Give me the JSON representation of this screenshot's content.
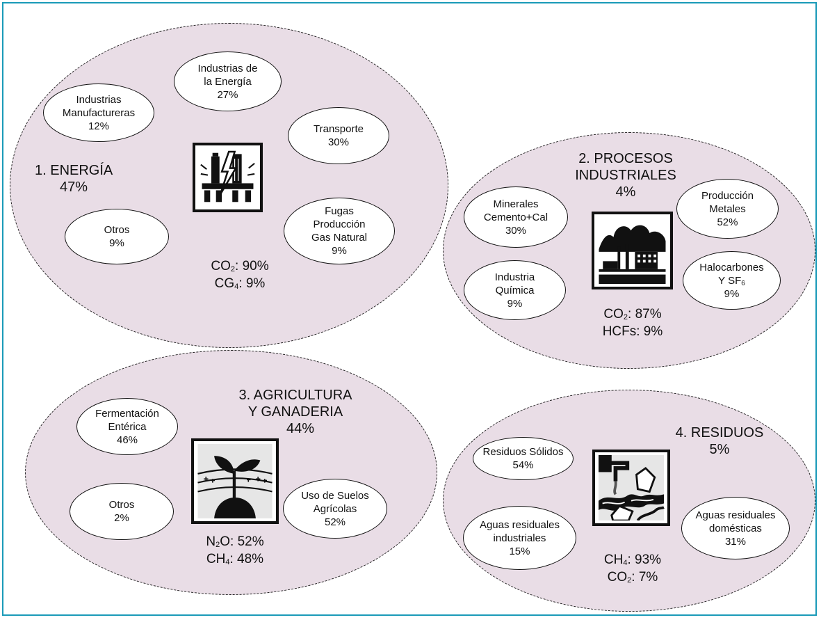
{
  "colors": {
    "frame": "#1a9ab8",
    "region_fill": "#e9dde6",
    "bubble_fill": "#ffffff",
    "stroke": "#111111"
  },
  "energia": {
    "title": "1. ENERGÍA",
    "percent": "47%",
    "icon": "oil-refinery-lightning-icon",
    "gas": {
      "g1": "CO",
      "g1_sub": "2",
      "g1_val": ": 90%",
      "g2": "CG",
      "g2_sub": "4",
      "g2_val": ": 9%"
    },
    "bubbles": {
      "manufactureras": {
        "l1": "Industrias",
        "l2": "Manufactureras",
        "pct": "12%"
      },
      "energia_ind": {
        "l1": "Industrias de",
        "l2": "la Energía",
        "pct": "27%"
      },
      "transporte": {
        "l1": "Transporte",
        "pct": "30%"
      },
      "fugas": {
        "l1": "Fugas",
        "l2": "Producción",
        "l3": "Gas Natural",
        "pct": "9%"
      },
      "otros": {
        "l1": "Otros",
        "pct": "9%"
      }
    }
  },
  "procesos": {
    "title_l1": "2. PROCESOS",
    "title_l2": "INDUSTRIALES",
    "percent": "4%",
    "icon": "factory-smoke-icon",
    "gas": {
      "g1": "CO",
      "g1_sub": "2",
      "g1_val": ": 87%",
      "g2": "HCFs: 9%"
    },
    "bubbles": {
      "minerales": {
        "l1": "Minerales",
        "l2": "Cemento+Cal",
        "pct": "30%"
      },
      "metales": {
        "l1": "Producción",
        "l2": "Metales",
        "pct": "52%"
      },
      "quimica": {
        "l1": "Industria",
        "l2": "Química",
        "pct": "9%"
      },
      "halocarbones": {
        "l1": "Halocarbones",
        "l2": "Y SF",
        "l2_sub": "6",
        "pct": "9%"
      }
    }
  },
  "agricultura": {
    "title_l1": "3. AGRICULTURA",
    "title_l2": "Y GANADERIA",
    "percent": "44%",
    "icon": "seedling-icon",
    "gas": {
      "g1": "N",
      "g1_sub": "2",
      "g1_val": "O: 52%",
      "g2": "CH",
      "g2_sub": "4",
      "g2_val": ": 48%"
    },
    "bubbles": {
      "fermentacion": {
        "l1": "Fermentación",
        "l2": "Entérica",
        "pct": "46%"
      },
      "otros": {
        "l1": "Otros",
        "pct": "2%"
      },
      "suelos": {
        "l1": "Uso de Suelos",
        "l2": "Agrícolas",
        "pct": "52%"
      }
    }
  },
  "residuos": {
    "title": "4. RESIDUOS",
    "percent": "5%",
    "icon": "wastewater-icon",
    "gas": {
      "g1": "CH",
      "g1_sub": "4",
      "g1_val": ": 93%",
      "g2": "CO",
      "g2_sub": "2",
      "g2_val": ": 7%"
    },
    "bubbles": {
      "solidos": {
        "l1": "Residuos Sólidos",
        "pct": "54%"
      },
      "industriales": {
        "l1": "Aguas residuales",
        "l2": "industriales",
        "pct": "15%"
      },
      "domesticas": {
        "l1": "Aguas residuales",
        "l2": "domésticas",
        "pct": "31%"
      }
    }
  }
}
